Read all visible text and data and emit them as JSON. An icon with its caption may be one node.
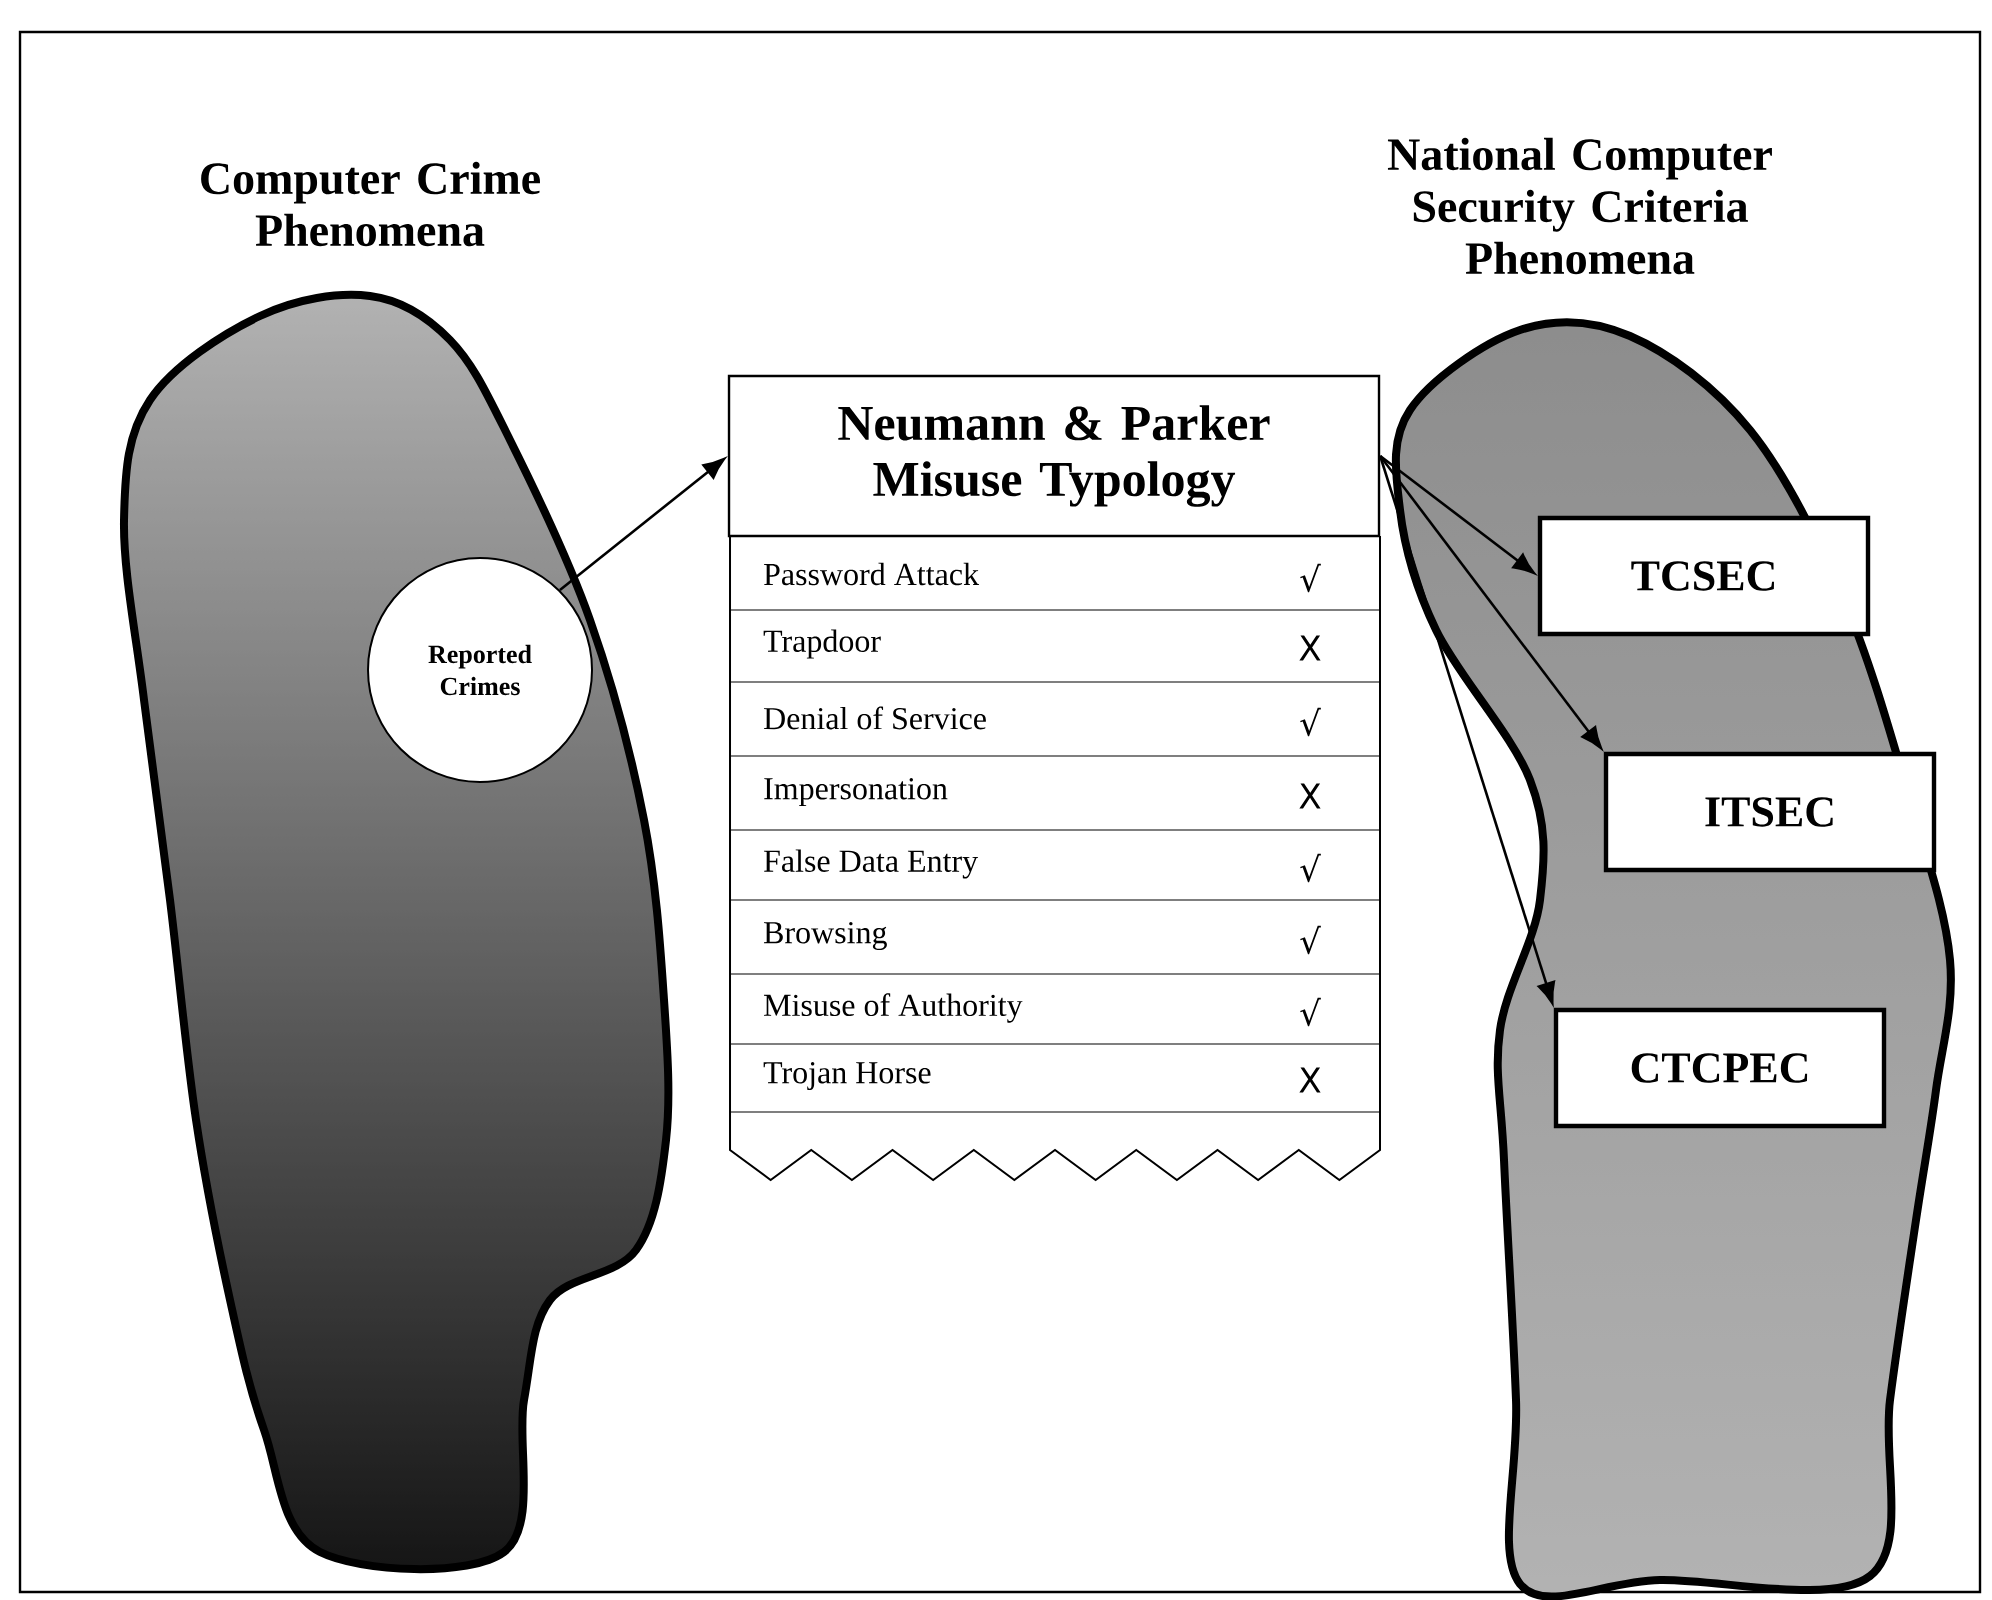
{
  "diagram": {
    "nodes": [
      {
        "text": [
          "Computer Crime Phenomena"
        ]
      },
      {
        "text": [
          "Reported Crimes"
        ],
        "in": 0
      },
      {
        "text": [
          "National Computer Security Criteria Phenomena"
        ]
      },
      {
        "text": [
          "TCSEC"
        ],
        "in": 2
      },
      {
        "text": [
          "ITSEC"
        ],
        "in": 2
      },
      {
        "text": [
          "CTCPEC"
        ],
        "in": 2
      },
      {
        "text": [
          "Neumann & Parker Misuse Typology",
          "Password Attack",
          "√",
          "Trapdoor",
          "X",
          "Denial of Service",
          "√",
          "Impersonation",
          "X",
          "False Data Entry",
          "√",
          "Browsing",
          "√",
          "Misuse of Authority",
          "√",
          "Trojan Horse",
          "X"
        ]
      }
    ],
    "edges": [
      {
        "from": 1,
        "to": 6,
        "arrow": "to"
      },
      {
        "from": 6,
        "to": 3,
        "arrow": "to"
      },
      {
        "from": 6,
        "to": 4,
        "arrow": "to"
      },
      {
        "from": 6,
        "to": 5,
        "arrow": "to"
      }
    ]
  }
}
